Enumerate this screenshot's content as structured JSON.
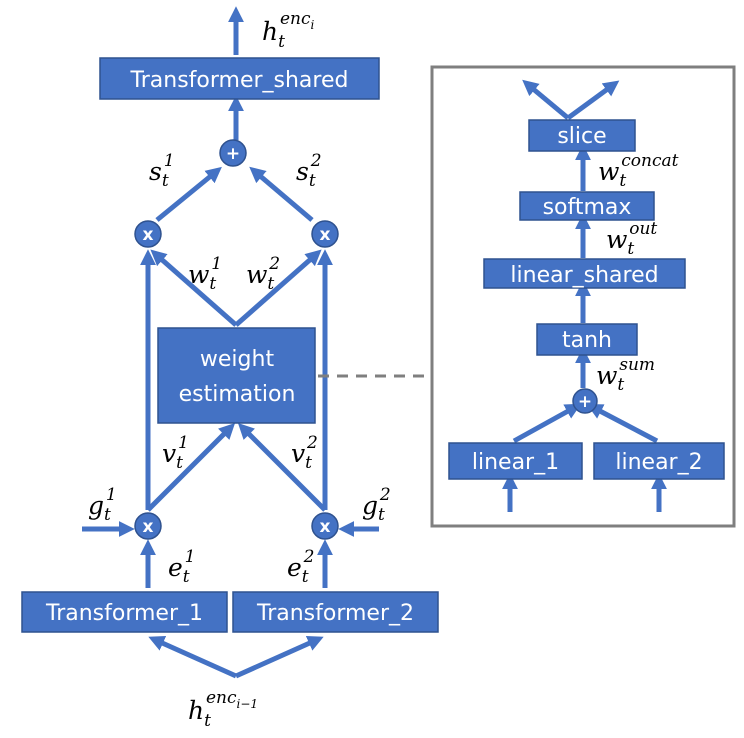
{
  "colors": {
    "block": "#4472c4",
    "block_border": "#2f528f",
    "panel_border": "#7f7f7f",
    "text_on_block": "#ffffff"
  },
  "boxes": {
    "transformer_shared": "Transformer_shared",
    "weight_estimation_line1": "weight",
    "weight_estimation_line2": "estimation",
    "transformer_1": "Transformer_1",
    "transformer_2": "Transformer_2",
    "slice": "slice",
    "softmax": "softmax",
    "linear_shared": "linear_shared",
    "tanh": "tanh",
    "linear_1": "linear_1",
    "linear_2": "linear_2"
  },
  "operators": {
    "multiply": "x",
    "add": "+"
  },
  "math": {
    "h": "h",
    "s": "s",
    "w": "w",
    "v": "v",
    "g": "g",
    "e": "e",
    "t": "t",
    "one": "1",
    "two": "2",
    "enc": "enc",
    "enc_i": "i",
    "enc_i_minus_1": "i−1",
    "concat": "concat",
    "out": "out",
    "sum": "sum"
  }
}
